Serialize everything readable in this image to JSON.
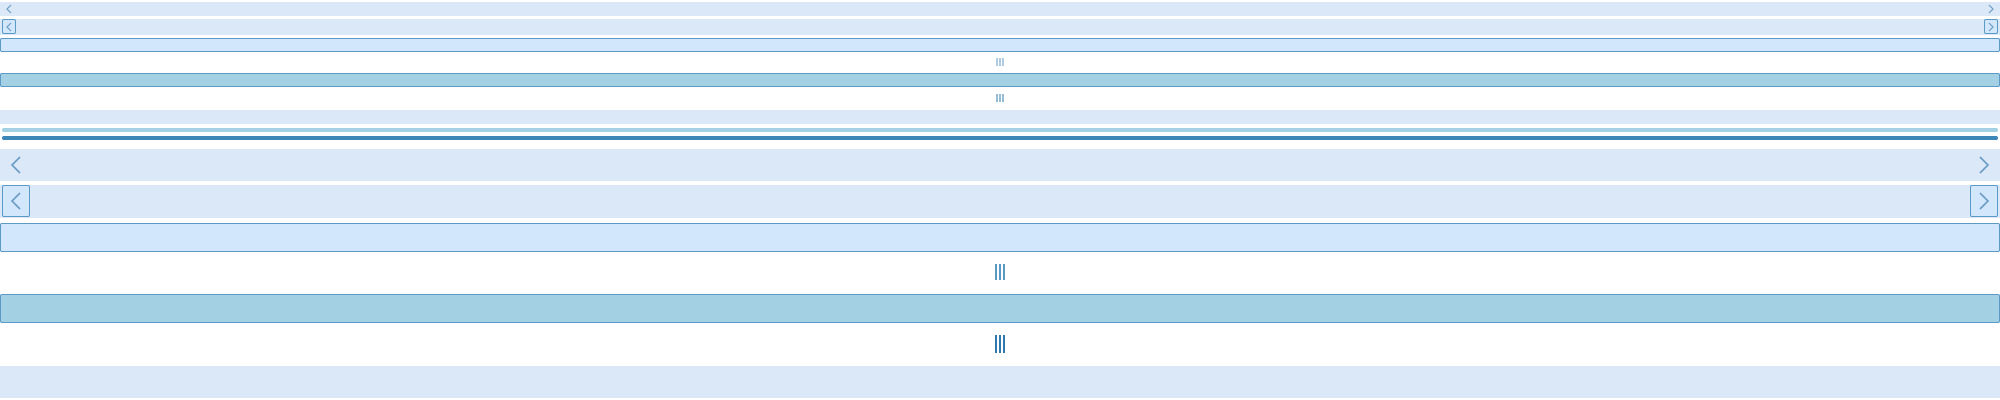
{
  "colors": {
    "track": "#dbe8f8",
    "thumb_normal": "#d2e6fc",
    "thumb_pressed": "#a4d0e4",
    "thumb_border": "#5b99c7",
    "arrow_glyph": "#6a9bc3"
  },
  "icons": {
    "scroll_left": "chevron-left-icon",
    "scroll_right": "chevron-right-icon",
    "grip": "grip-lines-icon"
  },
  "scrollbars_small": [
    {
      "name": "hscroll-small-plain",
      "state": "normal"
    },
    {
      "name": "hscroll-small-boxed",
      "state": "hover"
    },
    {
      "name": "hscroll-small-thumb",
      "state": "normal"
    },
    {
      "name": "hscroll-small-thumb-pressed",
      "state": "pressed"
    }
  ],
  "scrollbars_large": [
    {
      "name": "hscroll-large-plain",
      "state": "normal"
    },
    {
      "name": "hscroll-large-boxed",
      "state": "hover"
    },
    {
      "name": "hscroll-large-thumb",
      "state": "normal"
    },
    {
      "name": "hscroll-large-thumb-pressed",
      "state": "pressed"
    }
  ]
}
